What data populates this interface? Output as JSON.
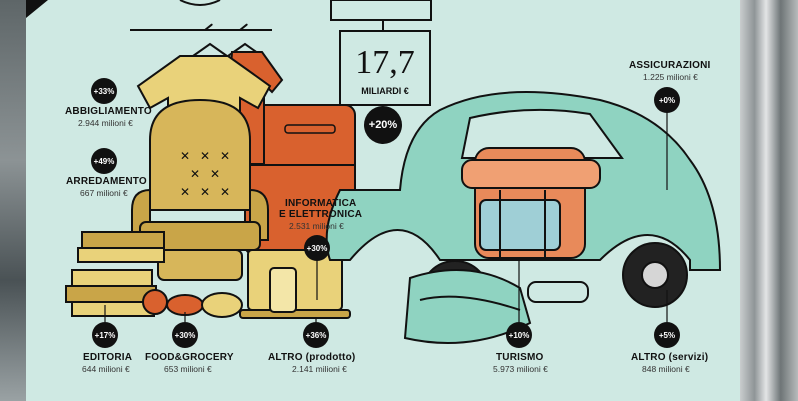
{
  "total": {
    "value": "17,7",
    "unit": "MILIARDI €",
    "change": "+20%"
  },
  "categories": [
    {
      "name": "ABBIGLIAMENTO",
      "amount": "2.944 milioni €",
      "change": "+33%"
    },
    {
      "name": "ARREDAMENTO",
      "amount": "667 milioni €",
      "change": "+49%"
    },
    {
      "name": "INFORMATICA E ELETTRONICA",
      "name_line1": "INFORMATICA",
      "name_line2": "E ELETTRONICA",
      "amount": "2.531 milioni €",
      "change": "+30%"
    },
    {
      "name": "EDITORIA",
      "amount": "644 milioni €",
      "change": "+17%"
    },
    {
      "name": "FOOD&GROCERY",
      "amount": "653 milioni €",
      "change": "+30%"
    },
    {
      "name": "ALTRO (prodotto)",
      "amount": "2.141 milioni €",
      "change": "+36%"
    },
    {
      "name": "TURISMO",
      "amount": "5.973 milioni €",
      "change": "+10%"
    },
    {
      "name": "ALTRO (servizi)",
      "amount": "848 milioni €",
      "change": "+5%"
    },
    {
      "name": "ASSICURAZIONI",
      "amount": "1.225 milioni €",
      "change": "+0%"
    }
  ],
  "colors": {
    "background": "#cfe9e3",
    "car": "#8fd3c1",
    "mustard": "#d7b65a",
    "orange": "#d9612e",
    "ink": "#111111"
  }
}
